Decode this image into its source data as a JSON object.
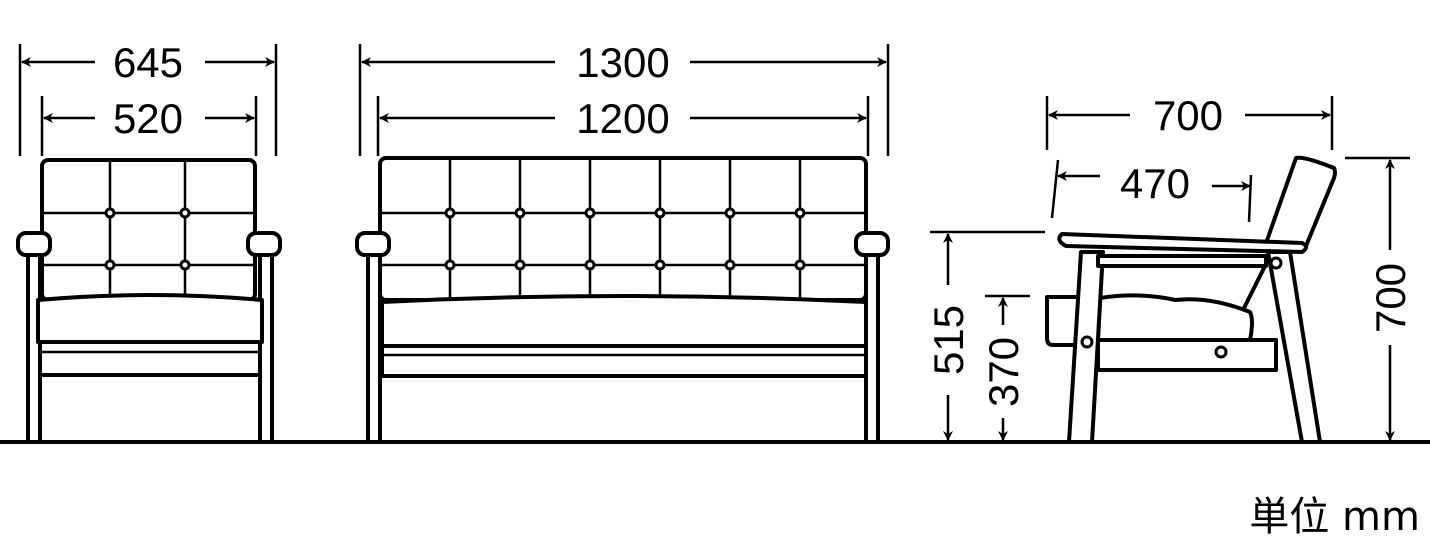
{
  "dimensions": {
    "chair_overall_width": "645",
    "chair_inner_width": "520",
    "sofa_overall_width": "1300",
    "sofa_inner_width": "1200",
    "side_depth": "700",
    "seat_depth": "470",
    "arm_height": "515",
    "seat_height": "370",
    "overall_height": "700"
  },
  "unit_label": "単位 mm",
  "colors": {
    "line": "#000000",
    "background": "#ffffff"
  }
}
